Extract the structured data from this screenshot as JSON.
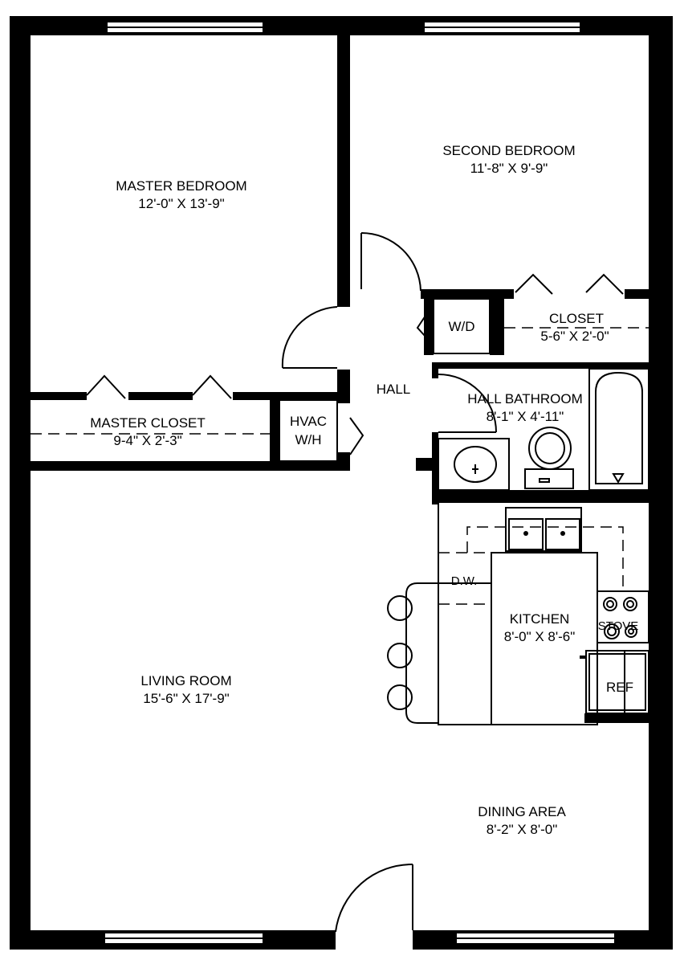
{
  "rooms": {
    "master_bedroom": {
      "name": "MASTER  BEDROOM",
      "size": "12'-0\" X 13'-9\""
    },
    "second_bedroom": {
      "name": "SECOND  BEDROOM",
      "size": "11'-8\" X 9'-9\""
    },
    "closet": {
      "name": "CLOSET",
      "size": "5-6\" X 2'-0\""
    },
    "washer_dryer": {
      "name": "W/D"
    },
    "hall": {
      "name": "HALL"
    },
    "hall_bathroom": {
      "name": "HALL BATHROOM",
      "size": "8'-1\" X 4'-11\""
    },
    "master_closet": {
      "name": "MASTER  CLOSET",
      "size": "9-4\" X 2'-3\""
    },
    "hvac": {
      "line1": "HVAC",
      "line2": "W/H"
    },
    "kitchen": {
      "name": "KITCHEN",
      "size": "8'-0\" X 8'-6\""
    },
    "dishwasher": {
      "name": "D.W."
    },
    "stove": {
      "name": "STOVE"
    },
    "refrigerator": {
      "name": "REF"
    },
    "living_room": {
      "name": "LIVING ROOM",
      "size": "15'-6\" X 17'-9\""
    },
    "dining_area": {
      "name": "DINING AREA",
      "size": "8'-2\" X 8'-0\""
    }
  }
}
